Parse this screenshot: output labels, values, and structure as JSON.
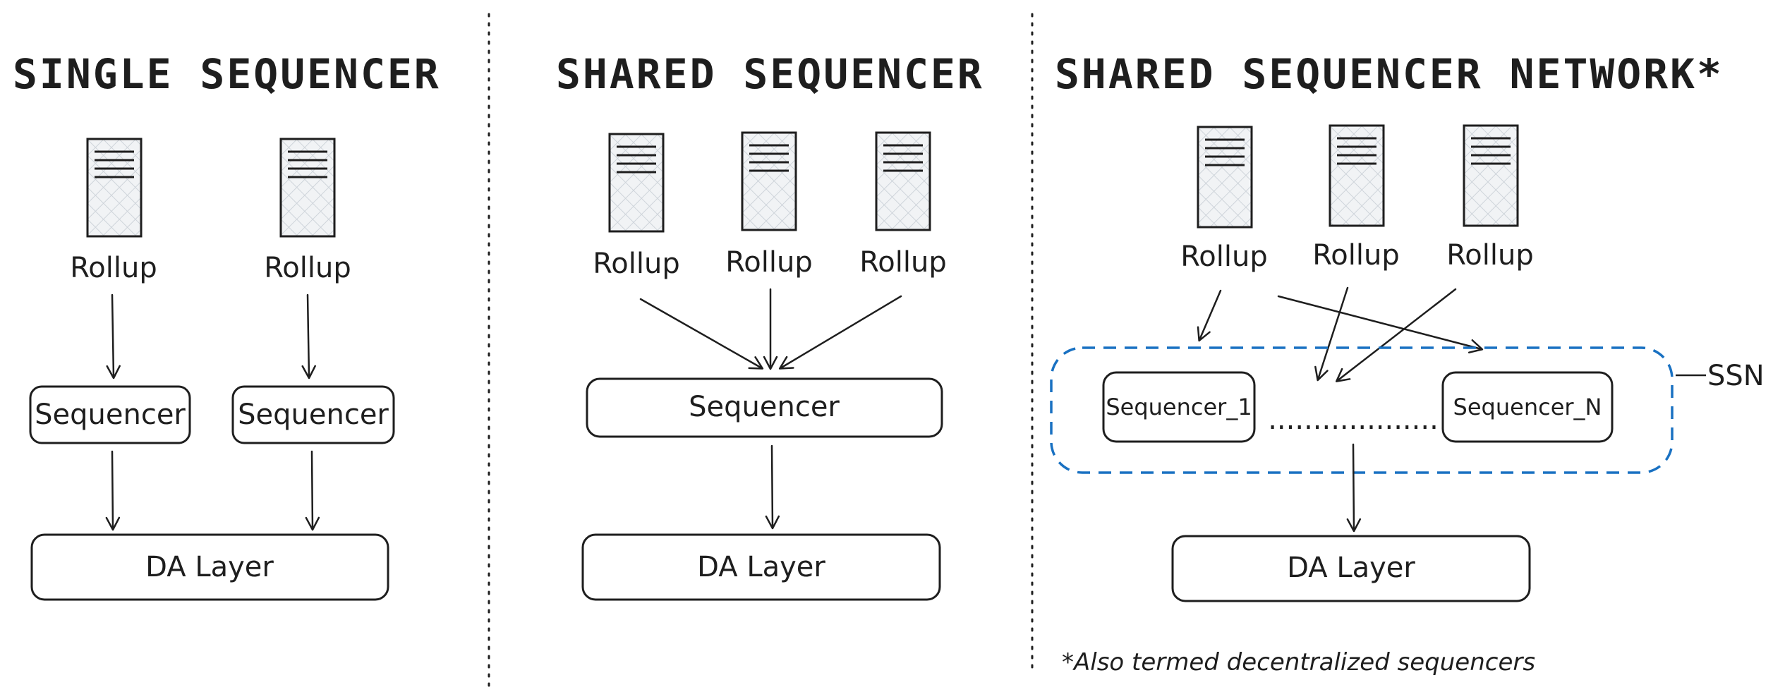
{
  "colors": {
    "ink": "#1e1e1e",
    "ssn_border": "#1971c2",
    "server_fill": "#e9ecef"
  },
  "icons": {
    "server": "server-icon"
  },
  "panels": {
    "single": {
      "title": "SINGLE SEQUENCER",
      "rollups": [
        "Rollup",
        "Rollup"
      ],
      "sequencers": [
        "Sequencer",
        "Sequencer"
      ],
      "da_layer": "DA Layer"
    },
    "shared": {
      "title": "SHARED SEQUENCER",
      "rollups": [
        "Rollup",
        "Rollup",
        "Rollup"
      ],
      "sequencer": "Sequencer",
      "da_layer": "DA Layer"
    },
    "network": {
      "title": "SHARED SEQUENCER NETWORK*",
      "rollups": [
        "Rollup",
        "Rollup",
        "Rollup"
      ],
      "sequencer_first": "Sequencer_1",
      "sequencer_last": "Sequencer_N",
      "ellipsis": "...................",
      "ssn_label": "SSN",
      "da_layer": "DA Layer",
      "footnote": "*Also termed decentralized sequencers"
    }
  }
}
